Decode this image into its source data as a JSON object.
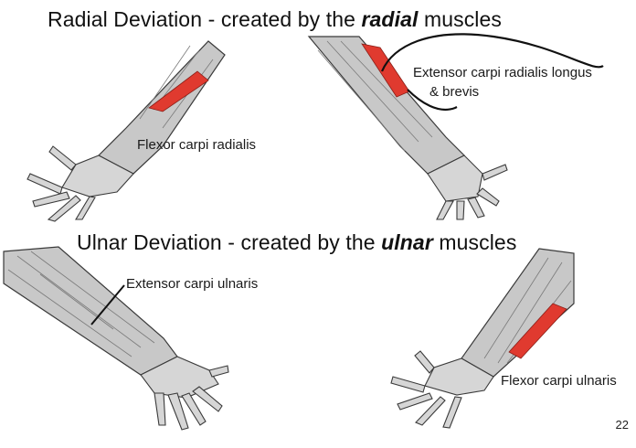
{
  "slide": {
    "page_number": "22"
  },
  "radial": {
    "title_prefix": "Radial Deviation - created by the ",
    "title_emphasis": "radial",
    "title_suffix": " muscles",
    "labels": {
      "flexor": "Flexor carpi radialis",
      "extensor_line1": "Extensor carpi radialis longus",
      "extensor_line2": "& brevis"
    }
  },
  "ulnar": {
    "title_prefix": "Ulnar Deviation - created by the ",
    "title_emphasis": "ulnar",
    "title_suffix": " muscles",
    "labels": {
      "extensor": "Extensor carpi ulnaris",
      "flexor": "Flexor carpi ulnaris"
    }
  },
  "colors": {
    "highlight_muscle": "#e03a2f",
    "muscle_tone": "#bdbdbd",
    "outline": "#3a3a3a",
    "leader_line": "#111111"
  }
}
